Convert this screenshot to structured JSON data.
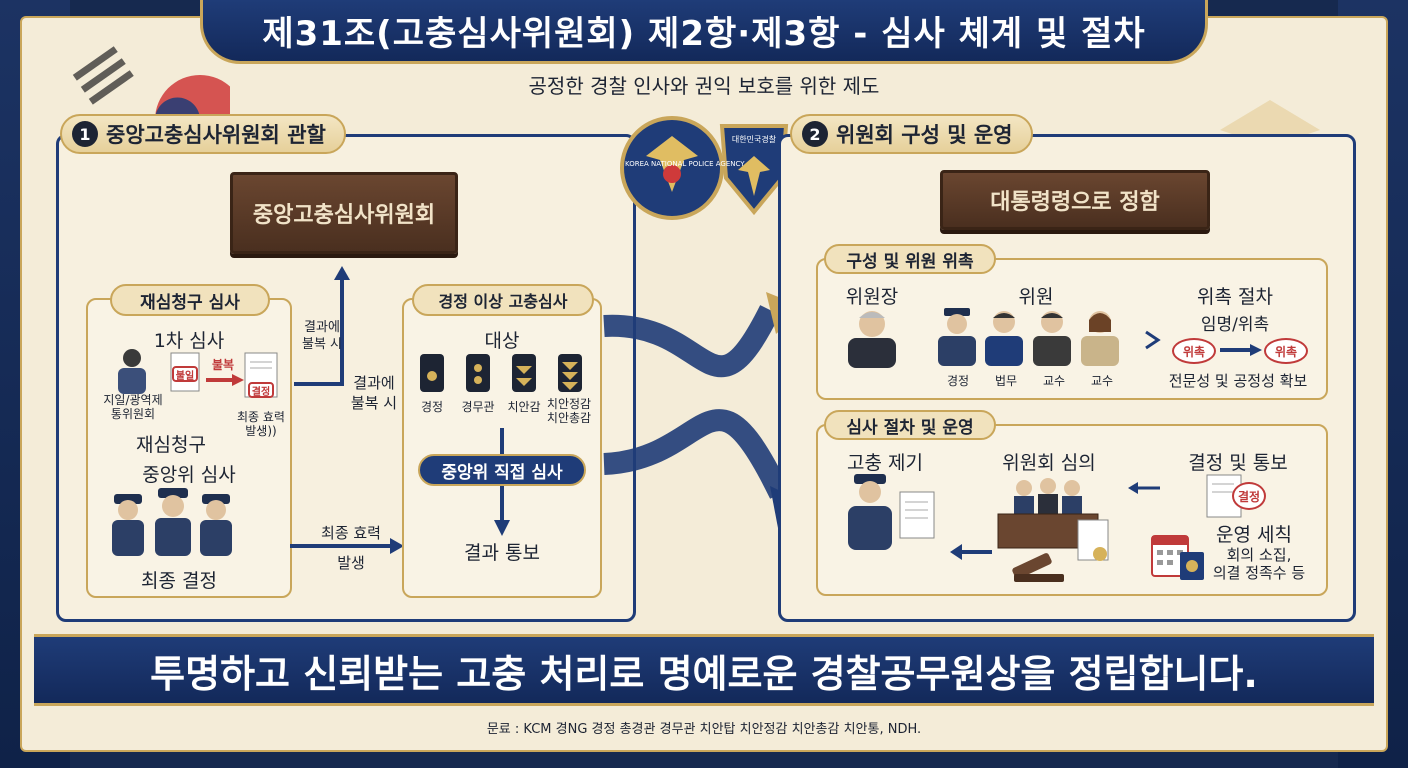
{
  "title": "제31조(고충심사위원회) 제2항·제3항 - 심사 체계 및 절차",
  "subtitle": "공정한 경찰 인사와 권익 보호를 위한 제도",
  "left_section": {
    "number": "1",
    "tab_label": "중앙고충심사위원회 관할",
    "plaque": "중앙고충심사위원회",
    "appeal_box": {
      "title": "재심청구 심사",
      "first_review": "1차 심사",
      "person_caption": "지일/광역제\n통위원회",
      "doc1_stamp": "불일",
      "arrow_label": "불복",
      "doc2_stamp": "결정",
      "doc2_caption": "최종 효력\n발생))",
      "reappeal": "재심청구",
      "central_review": "중앙위 심사",
      "final_decision": "최종 결정"
    },
    "arrow_up_label": "결과에\n불복 시",
    "arrow_mid_label": "결과에\n불복 시",
    "arrow_bottom_top": "최종 효력",
    "arrow_bottom_bottom": "발생",
    "direct_box": {
      "title": "경정 이상 고충심사",
      "target_label": "대상",
      "ranks": [
        "경정",
        "경무관",
        "치안감",
        "치안정감\n치안총감"
      ],
      "direct_pill": "중앙위 직접 심사",
      "result": "결과 통보"
    }
  },
  "emblems": {
    "left_text": "KOREA NATIONAL POLICE AGENCY",
    "right_text": "대한민국경찰"
  },
  "right_section": {
    "number": "2",
    "tab_label": "위원회 구성 및 운영",
    "plaque": "대통령령으로 정함",
    "composition": {
      "pill": "구성 및 위원 위촉",
      "chair_label": "위원장",
      "members_label": "위원",
      "member_captions": [
        "경정",
        "법무",
        "교수",
        "교수"
      ],
      "appoint_title": "위촉 절차",
      "appoint_sub": "임명/위촉",
      "stamp1": "위촉",
      "stamp2": "위촉",
      "appoint_note": "전문성 및 공정성 확보"
    },
    "procedure": {
      "pill": "심사 절차 및 운영",
      "submit": "고충 제기",
      "deliberation": "위원회 심의",
      "decision": "결정 및 통보",
      "decision_stamp": "결정",
      "rules_title": "운영 세칙",
      "rules_detail": "회의 소집,\n의결 정족수 등"
    }
  },
  "bottom_banner": "투명하고 신뢰받는 고충 처리로 명예로운 경찰공무원상을 정립합니다.",
  "source": "문료 :  KCM   경NG    경정   총경관   경무관    치안탑    치안정감  치안총감    치안통,    NDH.",
  "colors": {
    "navy": "#1f3c78",
    "gold": "#c9a65a",
    "parchment": "#f4ecd8",
    "wood": "#5a3a26",
    "stamp_red": "#c03a3a"
  }
}
